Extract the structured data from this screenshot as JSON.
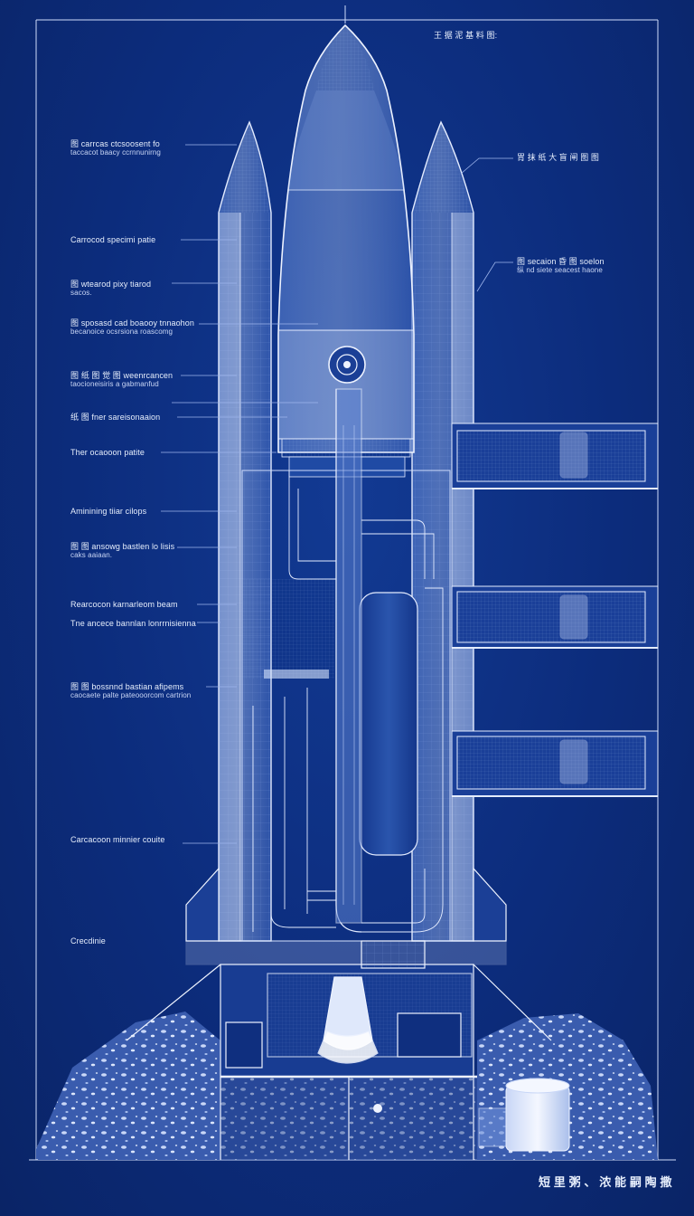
{
  "top_label": "王 据 泥 基 料 图:",
  "right_labels": [
    {
      "text": "胃 抹 纸 大 盲 闸 图 图"
    },
    {
      "text": "图 secaion 昏 图 soelon",
      "sub": "纵 nd siete seacest haone"
    }
  ],
  "left_labels": [
    {
      "text": "图 carrcas ctcsoosent fo",
      "sub": "taccacot baacy ccrnnunirng"
    },
    {
      "text": "Carrocod specimi patie"
    },
    {
      "text": "图 wtearod pixy tiarod",
      "sub": "sacos."
    },
    {
      "text": "图 sposasd cad boaooy tnnaohon",
      "sub": "becanoice ocsrsiona roascomg"
    },
    {
      "text": "图 纸 图 觉 图 weenrcancen",
      "sub": "taocioneisiris a gabmanfud"
    },
    {
      "text": "纸 图 fner sareisonaaion"
    },
    {
      "text": "Ther ocaooon patite"
    },
    {
      "text": "Aminining tiiar cilops"
    },
    {
      "text": "图 图 ansowg bastlen lo lisis",
      "sub": "caks aaiaan."
    },
    {
      "text": "Rearcocon karnarleom beam"
    },
    {
      "text": "Tne ancece bannlan lonrrnisienna"
    },
    {
      "text": "图 图 bossnnd bastian afipems",
      "sub": "caocaete palte pateooorcom cartrion"
    },
    {
      "text": "Carcacoon minnier couite"
    },
    {
      "text": "Crecdinie"
    }
  ],
  "bottom_right_label": "短 里 粥 、 浓 能 嗣 陶 撒",
  "colors": {
    "background": "#0c2c7c",
    "line": "#dfe9ff",
    "glass": "#7fa0e0"
  }
}
